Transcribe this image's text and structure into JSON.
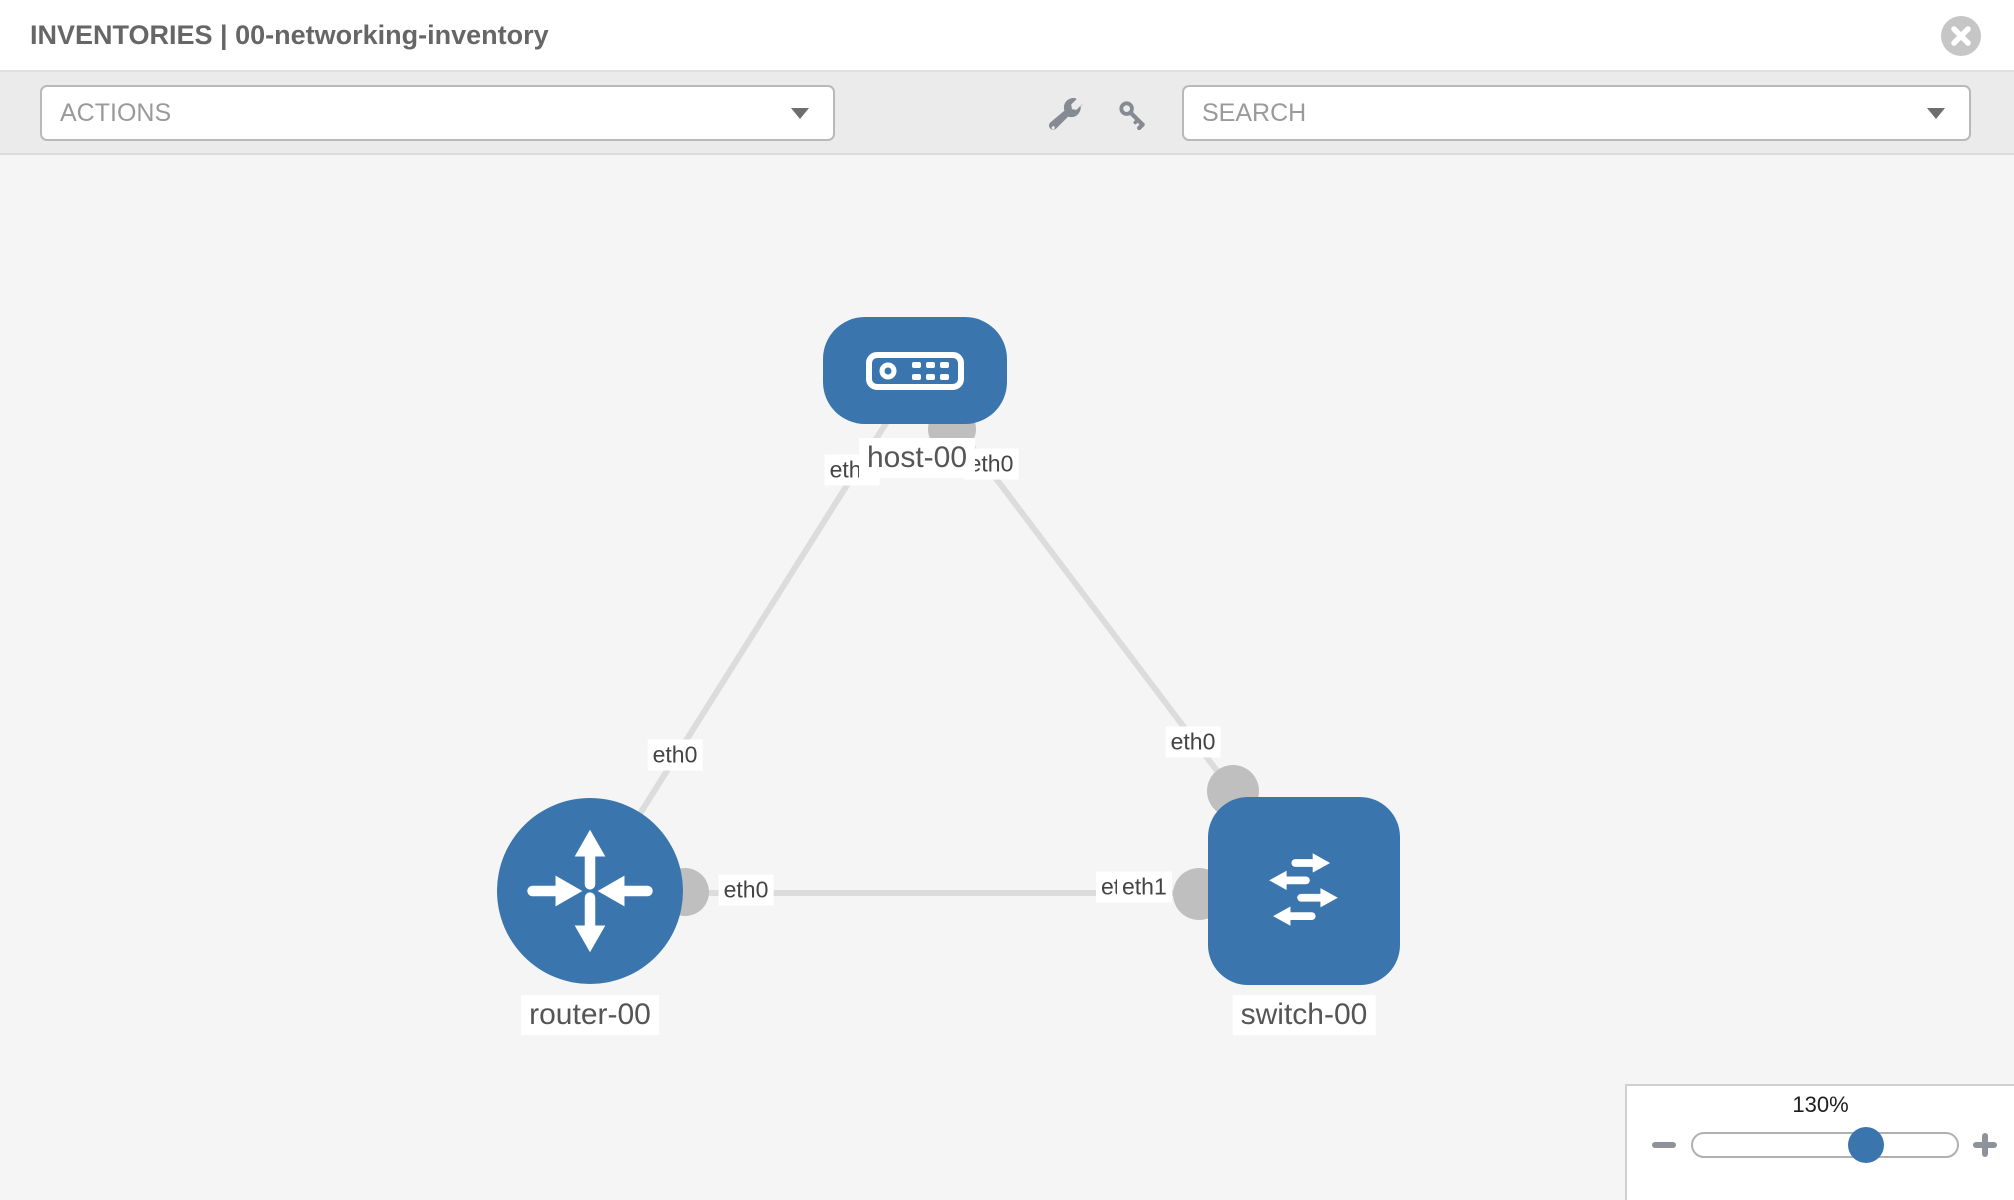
{
  "header": {
    "title": "INVENTORIES | 00-networking-inventory"
  },
  "toolbar": {
    "actions_label": "ACTIONS",
    "search_label": "SEARCH"
  },
  "icons": {
    "close": "circle-x",
    "wrench": "wrench",
    "key": "key",
    "actions_caret": "caret-down",
    "search_caret": "caret-down",
    "zoom_out": "minus",
    "zoom_in": "plus"
  },
  "topology": {
    "nodes": [
      {
        "id": "host-00",
        "type": "host",
        "label": "host-00"
      },
      {
        "id": "router-00",
        "type": "router",
        "label": "router-00"
      },
      {
        "id": "switch-00",
        "type": "switch",
        "label": "switch-00"
      }
    ],
    "links": [
      {
        "source": "router-00",
        "target": "host-00",
        "source_interface": "eth0",
        "target_interface": "eth0"
      },
      {
        "source": "host-00",
        "target": "switch-00",
        "source_interface": "eth0",
        "target_interface": "eth0"
      },
      {
        "source": "router-00",
        "target": "switch-00",
        "source_interface": "eth0",
        "target_interface": "eth1",
        "target_interface_occluded": "eth0"
      }
    ]
  },
  "zoom_control": {
    "level": "130%"
  },
  "colors": {
    "node_blue": "#3a76ad",
    "link_gray": "#dcdcdc",
    "dot_gray": "#bfbfbf",
    "slider_handle_blue": "#3a76ad",
    "toolbar_bg": "#ebebeb",
    "canvas_bg": "#f5f5f5"
  }
}
